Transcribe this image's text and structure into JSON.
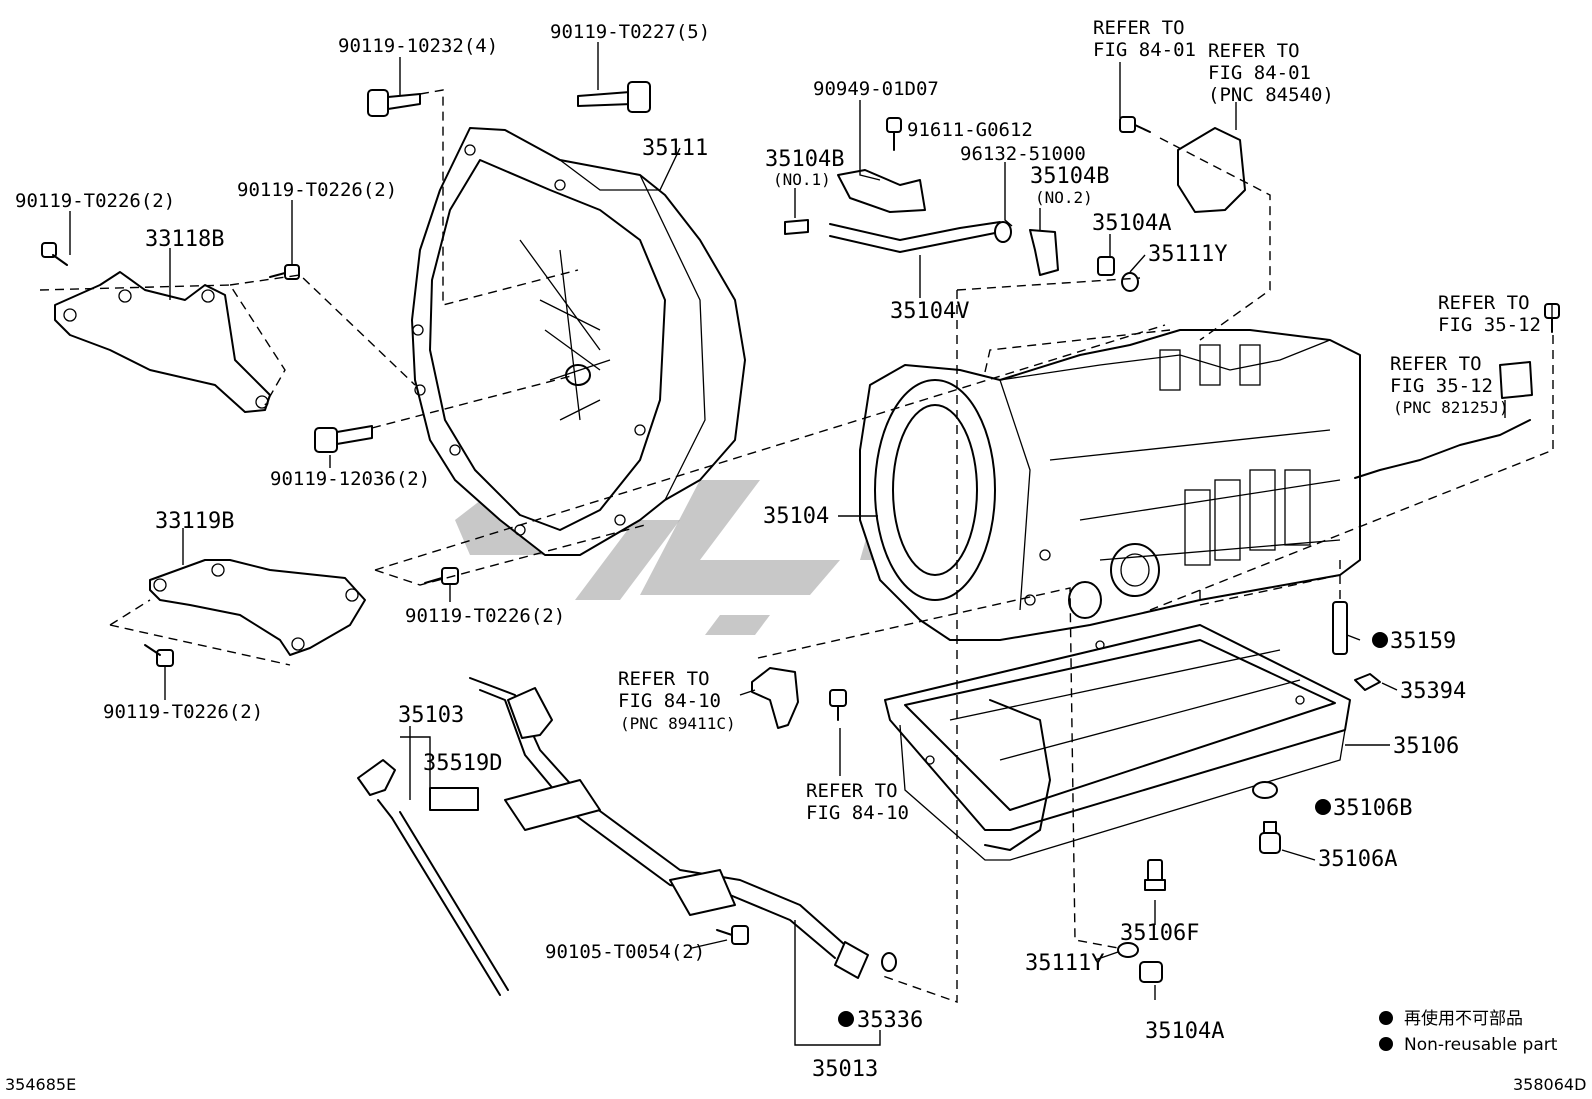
{
  "diagram": {
    "code_left": "354685E",
    "code_right": "358064D",
    "legend": {
      "bullet": "●",
      "line_jp": "再使用不可部品",
      "line_en": "Non-reusable part"
    },
    "labels": {
      "p_90119_10232": "90119-10232(4)",
      "p_90119_T0227": "90119-T0227(5)",
      "p_90119_T0226_a": "90119-T0226(2)",
      "p_90119_T0226_b": "90119-T0226(2)",
      "p_33118B": "33118B",
      "p_35111": "35111",
      "p_90119_12036": "90119-12036(2)",
      "p_33119B": "33119B",
      "p_90119_T0226_c": "90119-T0226(2)",
      "p_90119_T0226_d": "90119-T0226(2)",
      "p_90949": "90949-01D07",
      "p_91611": "91611-G0612",
      "p_35104B_1": "35104B",
      "p_no1": "(NO.1)",
      "p_96132": "96132-51000",
      "p_35104B_2": "35104B",
      "p_no2": "(NO.2)",
      "p_35104A_top": "35104A",
      "p_35111Y_top": "35111Y",
      "p_35104V": "35104V",
      "ref_84_01_a1": "REFER TO",
      "ref_84_01_a2": "FIG 84-01",
      "ref_84_01_b1": "REFER TO",
      "ref_84_01_b2": "FIG 84-01",
      "ref_84_01_b3": "(PNC 84540)",
      "ref_35_12_a1": "REFER TO",
      "ref_35_12_a2": "FIG 35-12",
      "ref_35_12_b1": "REFER TO",
      "ref_35_12_b2": "FIG 35-12",
      "ref_35_12_b3": "(PNC 82125J)",
      "p_35104": "35104",
      "p_35159": "35159",
      "p_35394": "35394",
      "p_35106": "35106",
      "p_35106B": "35106B",
      "p_35106A": "35106A",
      "p_35106F": "35106F",
      "p_35111Y_bot": "35111Y",
      "p_35104A_bot": "35104A",
      "ref_84_10_a1": "REFER TO",
      "ref_84_10_a2": "FIG 84-10",
      "ref_84_10_a3": "(PNC 89411C)",
      "ref_84_10_b1": "REFER TO",
      "ref_84_10_b2": "FIG 84-10",
      "p_35103": "35103",
      "p_35519D": "35519D",
      "p_90105": "90105-T0054(2)",
      "p_35336": "35336",
      "p_35013": "35013"
    }
  }
}
